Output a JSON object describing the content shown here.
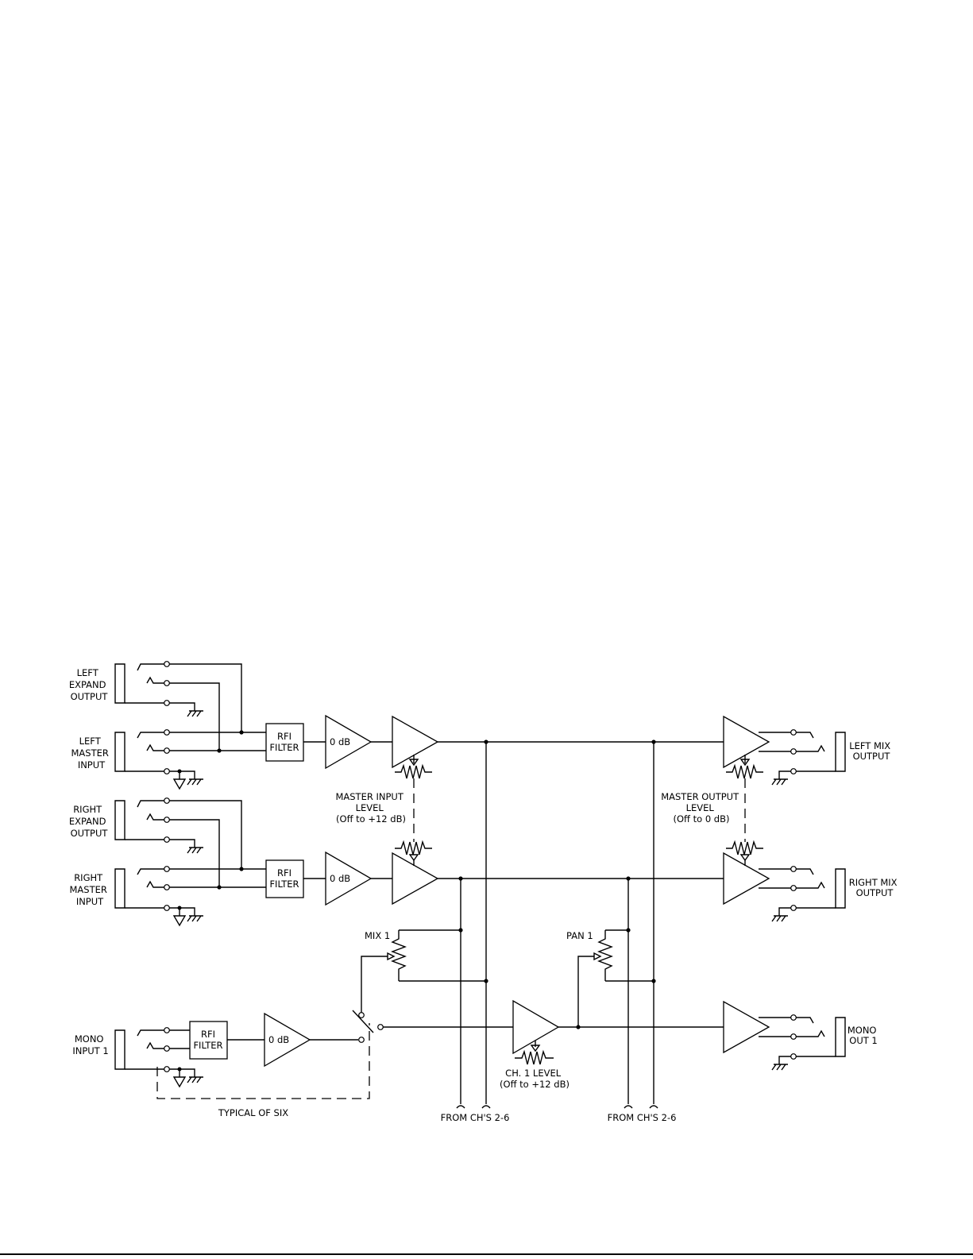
{
  "labels": {
    "left_expand": [
      "LEFT",
      "EXPAND",
      "OUTPUT"
    ],
    "left_master": [
      "LEFT",
      "MASTER",
      "INPUT"
    ],
    "right_expand": [
      "RIGHT",
      "EXPAND",
      "OUTPUT"
    ],
    "right_master": [
      "RIGHT",
      "MASTER",
      "INPUT"
    ],
    "mono_input": [
      "MONO",
      "INPUT 1"
    ],
    "left_mix_out": [
      "LEFT MIX",
      "OUTPUT"
    ],
    "right_mix_out": [
      "RIGHT MIX",
      "OUTPUT"
    ],
    "mono_out": [
      "MONO",
      "OUT 1"
    ],
    "rfi": [
      "RFI",
      "FILTER"
    ],
    "gain": "0 dB",
    "master_input": [
      "MASTER INPUT",
      "LEVEL",
      "(Off to +12 dB)"
    ],
    "master_output": [
      "MASTER OUTPUT",
      "LEVEL",
      "(Off to 0 dB)"
    ],
    "mix": "MIX 1",
    "pan": "PAN 1",
    "ch_level": [
      "CH. 1 LEVEL",
      "(Off to +12 dB)"
    ],
    "typical": "TYPICAL OF SIX",
    "from_chs": "FROM CH'S 2-6"
  }
}
